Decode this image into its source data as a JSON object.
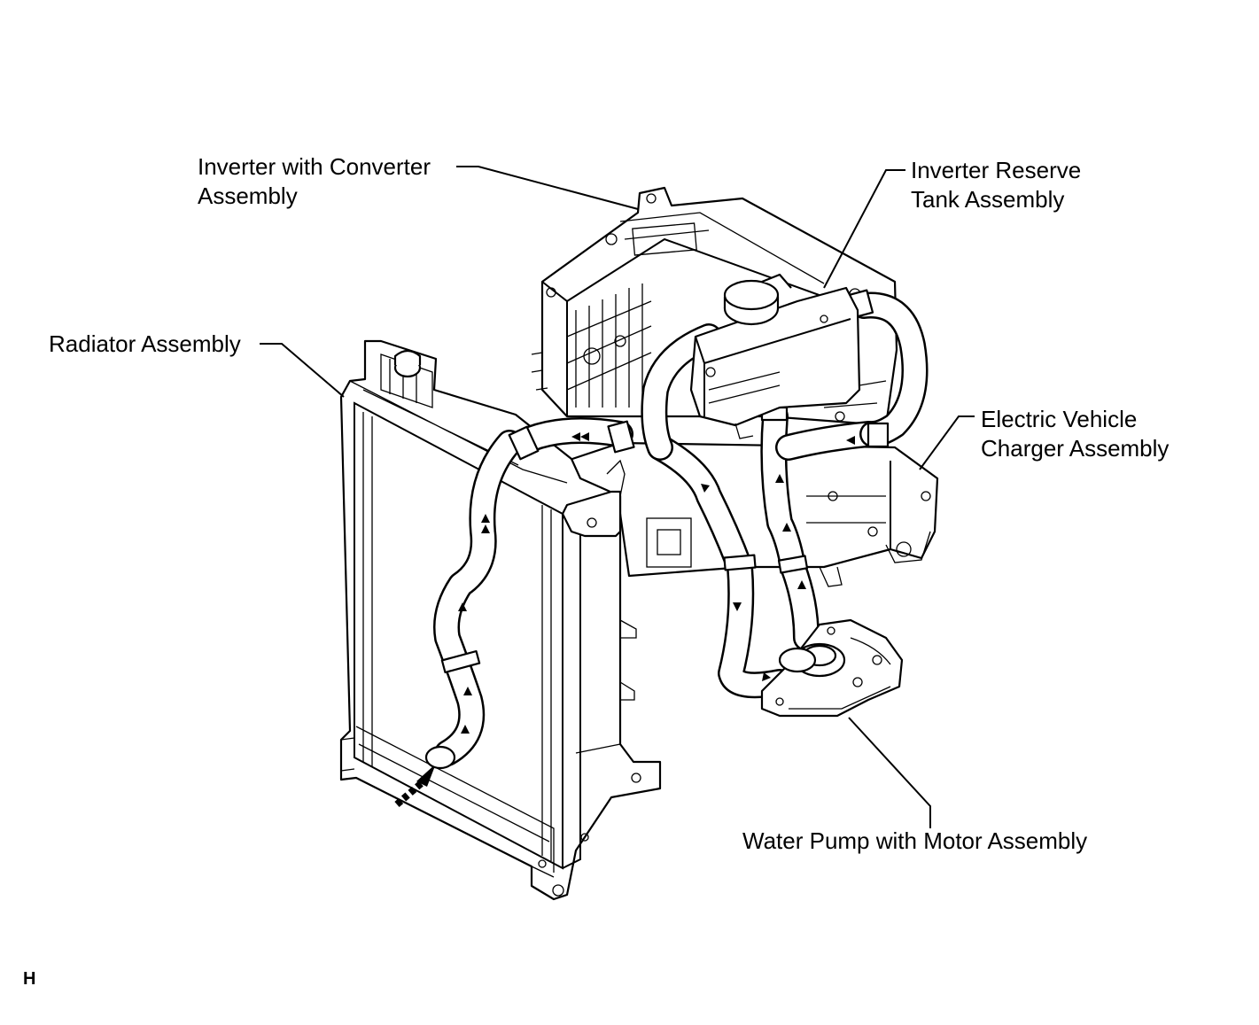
{
  "labels": {
    "inverter": [
      "Inverter with Converter",
      "Assembly"
    ],
    "reserve_tank": [
      "Inverter Reserve",
      "Tank Assembly"
    ],
    "radiator": [
      "Radiator Assembly"
    ],
    "charger": [
      "Electric Vehicle",
      "Charger Assembly"
    ],
    "water_pump": [
      "Water Pump with Motor Assembly"
    ]
  },
  "figure_code": "H",
  "colors": {
    "ink": "#000000",
    "paper": "#ffffff"
  }
}
